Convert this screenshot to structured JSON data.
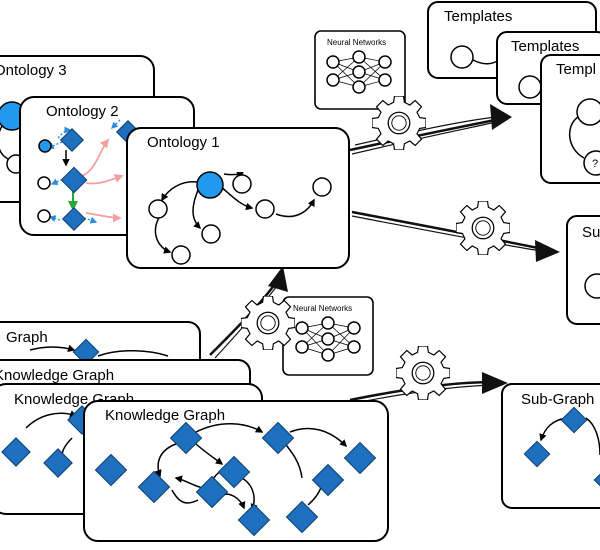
{
  "ontologies": {
    "back": "Ontology 3",
    "middle": "Ontology 2",
    "front": "Ontology 1"
  },
  "knowledge_graphs": {
    "layer4": "Graph",
    "layer3": "Knowledge Graph",
    "layer2": "Knowledge Graph",
    "front": "Knowledge Graph"
  },
  "templates": {
    "back": "Templates",
    "middle": "Templates",
    "front": "Templ"
  },
  "neural_networks": {
    "top": "Neural Networks",
    "bottom": "Neural Networks"
  },
  "sub_graphs": {
    "upper": "Su",
    "lower": "Sub-Graph"
  },
  "template_placeholder": "?",
  "colors": {
    "hub": "#2299ee",
    "diamond": "#1f6fbf",
    "alignment": "#f4a0a0",
    "inference": "#2a8ee0",
    "match": "#22aa33"
  }
}
